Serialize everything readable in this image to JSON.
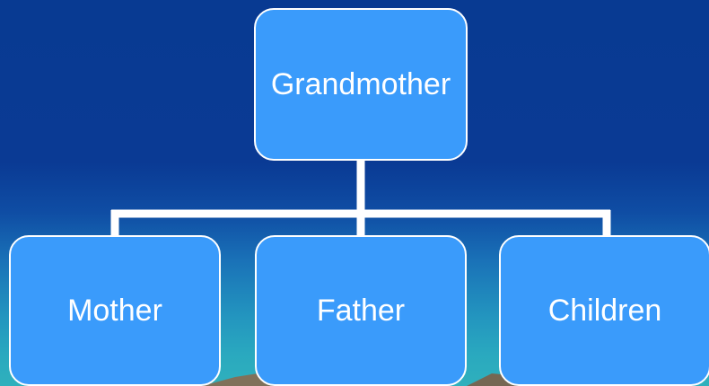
{
  "colors": {
    "node_fill": "#3a9bfb",
    "node_border": "#ffffff",
    "connector": "#ffffff",
    "background_top": "#083a92",
    "background_bottom": "#2fb0bc"
  },
  "org_chart": {
    "root": {
      "label": "Grandmother"
    },
    "children": [
      {
        "label": "Mother"
      },
      {
        "label": "Father"
      },
      {
        "label": "Children"
      }
    ]
  }
}
